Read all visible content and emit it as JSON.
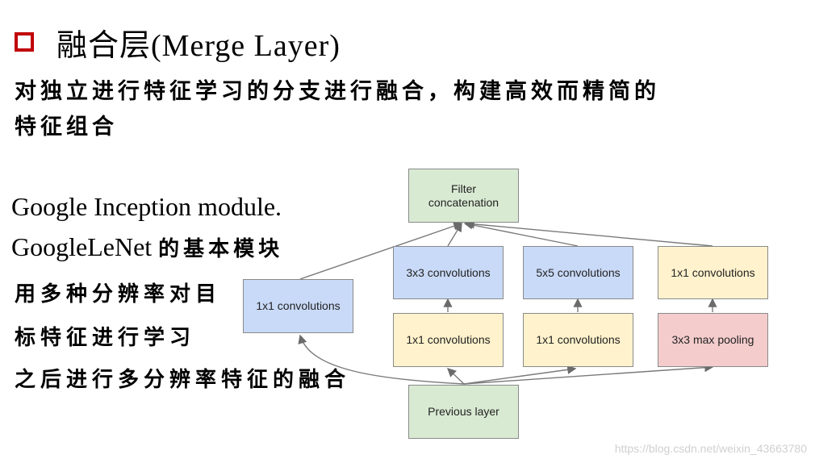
{
  "title": {
    "zh": "融合层",
    "en": "(Merge Layer)"
  },
  "description": [
    "对独立进行特征学习的分支进行融合，构建高效而精简的",
    "特征组合"
  ],
  "left_text": {
    "line1": "Google Inception module.",
    "line2_en": "GoogleLeNet",
    "line2_zh": "的基本模块",
    "line3": "用多种分辨率对目",
    "line4": "标特征进行学习",
    "line5": "之后进行多分辨率特征的融合"
  },
  "diagram": {
    "filter_concat": [
      "Filter",
      "concatenation"
    ],
    "conv3x3": "3x3 convolutions",
    "conv5x5": "5x5 convolutions",
    "conv1x1_top_right": "1x1 convolutions",
    "conv1x1_left": "1x1 convolutions",
    "conv1x1_mid_a": "1x1 convolutions",
    "conv1x1_mid_b": "1x1 convolutions",
    "maxpool": "3x3 max pooling",
    "previous_layer": "Previous layer",
    "colors": {
      "green": "#d9ead3",
      "blue": "#c9daf8",
      "yellow": "#fff2cc",
      "red": "#f4cccc",
      "bullet": "#c00000"
    }
  },
  "watermark": "https://blog.csdn.net/weixin_43663780"
}
